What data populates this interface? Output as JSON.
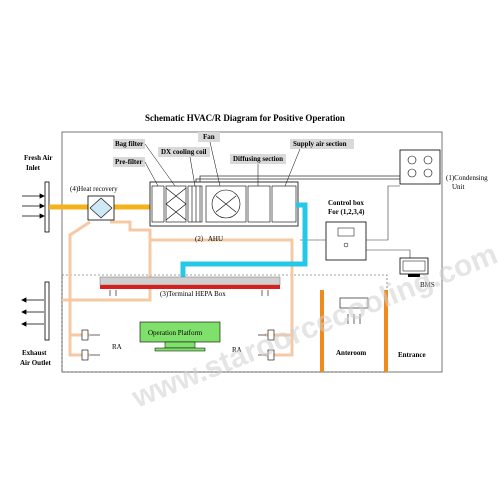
{
  "title": "Schematic  HVAC/R  Diagram  for  Positive  Operation",
  "labels": {
    "fresh_air_1": "Fresh   Air",
    "fresh_air_2": "Inlet",
    "exhaust_1": "Exhaust",
    "exhaust_2": "Air Outlet",
    "heat_recovery": "(4)Heat recovery",
    "bag_filter": "Bag filter",
    "fan": "Fan",
    "supply_air_section": "Supply air section",
    "pre_filter": "Pre-filter",
    "dx_cooling_coil": "DX cooling coil",
    "diffusing_section": "Diffusing section",
    "condensing_unit_1": "(1)Condensing",
    "condensing_unit_2": "Unit",
    "control_box_1": "Control box",
    "control_box_2": "For (1,2,3,4)",
    "ahu": "(2）AHU",
    "hepa_box": "(3)Terminal HEPA Box",
    "bms": "BMS",
    "operation_platform": "Operation Platform",
    "ra_left": "RA",
    "ra_right": "RA",
    "anteroom": "Anteroom",
    "entrance": "Entrance"
  },
  "watermark": "www.staroorcecooling.com",
  "colors": {
    "fresh_air_duct": "#f5b21b",
    "return_duct": "#f6c9a4",
    "supply_duct": "#25c8e6",
    "hepa": "#d91e1e",
    "anteroom_wall": "#f08a1c",
    "label_box": "#d9d9d9"
  }
}
